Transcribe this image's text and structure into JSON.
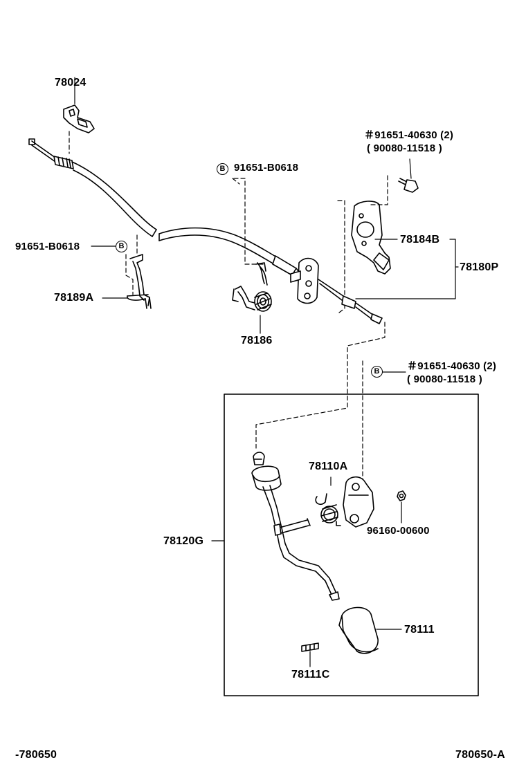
{
  "badge_letter": "B",
  "parts": {
    "p78024": "78024",
    "p91651_B0618_top": "91651-B0618",
    "p91651_40630_top": "＃91651-40630 (2)",
    "p90080_top": "( 90080-11518 )",
    "p78184B": "78184B",
    "p78180P": "78180P",
    "p91651_B0618_left": "91651-B0618",
    "p78189A": "78189A",
    "p78186": "78186",
    "p91651_40630_mid": "＃91651-40630 (2)",
    "p90080_mid": "( 90080-11518 )",
    "p78110A": "78110A",
    "p96160": "96160-00600",
    "p78120G": "78120G",
    "p78111": "78111",
    "p78111C": "78111C"
  },
  "footer": {
    "left": "-780650",
    "right": "780650-A"
  }
}
